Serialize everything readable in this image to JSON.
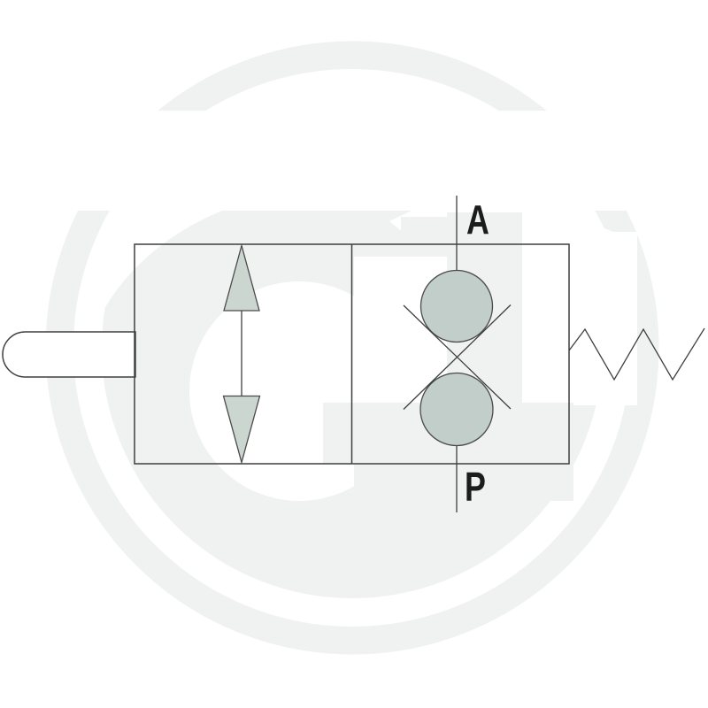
{
  "diagram": {
    "description": "hydraulic-valve-schematic",
    "ports": {
      "top": "A",
      "bottom": "P"
    },
    "colors": {
      "background": "#ffffff",
      "watermark": "#f0f1f1",
      "line": "#3f3f3f",
      "poppet_fill": "#c2cec9",
      "arrow_fill": "#ccd6d1",
      "label": "#1c1c1c"
    }
  }
}
